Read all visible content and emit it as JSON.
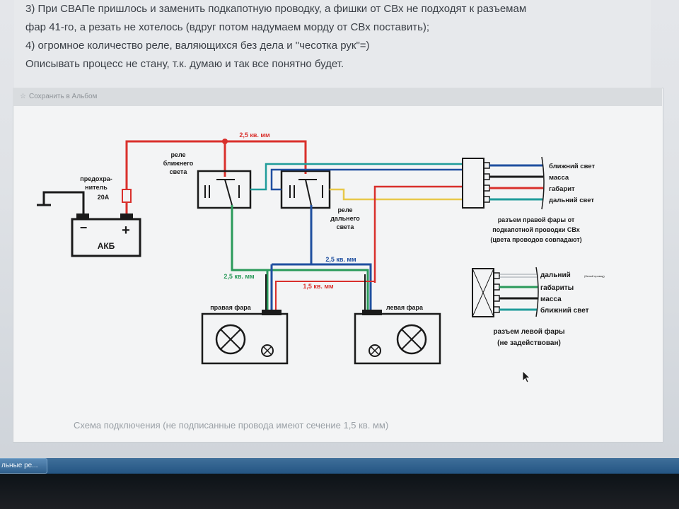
{
  "post": {
    "lines": [
      "3) При СВАПе пришлось и заменить подкапотную проводку, а фишки от СВх не подходят к разъемам",
      "фар 41-го, а резать не хотелось (вдруг потом надумаем морду от СВх поставить);",
      "4) огромное количество реле, валяющихся без дела и \"чесотка рук\"=)",
      "Описывать процесс не стану, т.к. думаю и так все понятно будет."
    ]
  },
  "album": {
    "save_label": "Сохранить в Альбом"
  },
  "diagram": {
    "fuse_label_1": "предохра-",
    "fuse_label_2": "нитель",
    "fuse_label_3": "20А",
    "battery_label": "АКБ",
    "battery_minus": "−",
    "battery_plus": "+",
    "wire_top": "2,5 кв. мм",
    "relay_low_1": "реле",
    "relay_low_2": "ближнего",
    "relay_low_3": "света",
    "relay_high_1": "реле",
    "relay_high_2": "дальнего",
    "relay_high_3": "света",
    "wire_mid_left": "2,5 кв. мм",
    "wire_mid_right": "2,5 кв. мм",
    "wire_red": "1,5 кв. мм",
    "right_headlight": "правая фара",
    "left_headlight": "левая фара",
    "right_connector": {
      "pins": [
        "ближний свет",
        "масса",
        "габарит",
        "дальний свет"
      ],
      "caption_1": "разъем правой фары от",
      "caption_2": "подкапотной проводки СВх",
      "caption_3": "(цвета проводов совпадают)"
    },
    "left_connector": {
      "pins": [
        "дальний",
        "габариты",
        "масса",
        "ближний свет"
      ],
      "pin1_note": "(белый провод)",
      "caption_1": "разъем левой фары",
      "caption_2": "(не задействован)"
    },
    "colors": {
      "red": "#d9302c",
      "blue": "#1f4fa0",
      "green": "#2a9a5a",
      "teal": "#1f9c9a",
      "yellow": "#e8c84a",
      "black": "#1a1a1a"
    }
  },
  "caption": "Схема подключения (не подписанные провода имеют сечение 1,5 кв. мм)",
  "taskbar": {
    "button_label": "льные ре..."
  }
}
